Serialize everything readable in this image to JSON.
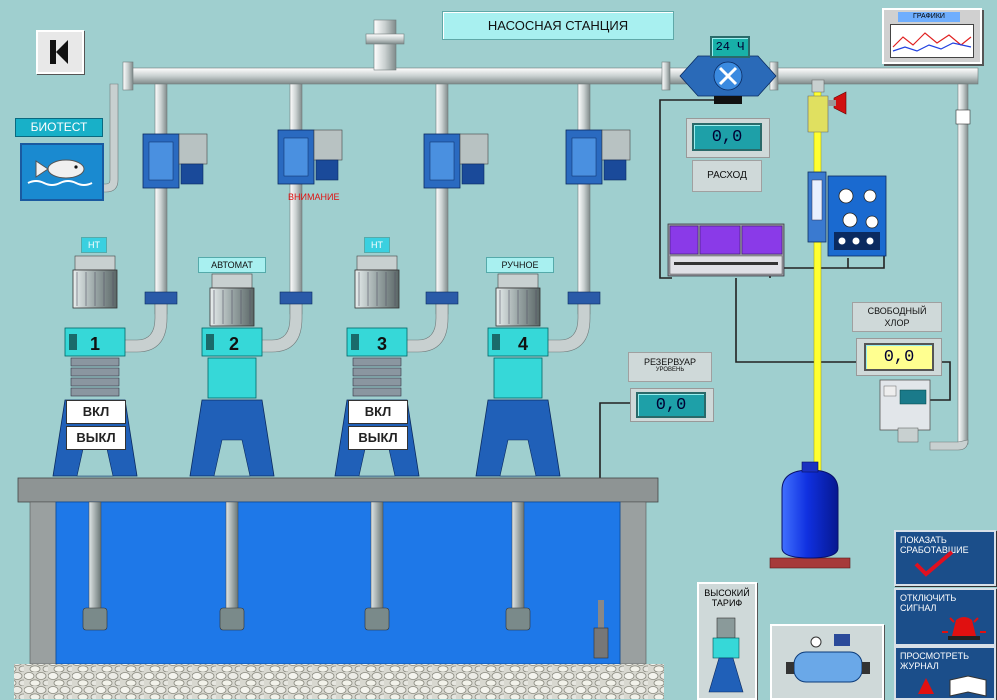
{
  "title": "НАСОСНАЯ СТАНЦИЯ",
  "back_button": {
    "icon": "back-k-icon"
  },
  "charts_button": {
    "label": "ГРАФИКИ"
  },
  "biotest": {
    "label": "БИОТЕСТ",
    "icon": "fish-icon"
  },
  "timer_badge": "24 Ч",
  "flow": {
    "value": "0,0",
    "label": "РАСХОД"
  },
  "reservoir": {
    "label": "РЕЗЕРВУАР",
    "sublabel": "УРОВЕНЬ",
    "value": "0,0"
  },
  "chlorine": {
    "label": "СВОБОДНЫЙ ХЛОР",
    "value": "0,0"
  },
  "filter_warning": "ВНИМАНИЕ",
  "pumps": [
    {
      "number": "1",
      "badge": "НТ",
      "on_label": "ВКЛ",
      "off_label": "ВЫКЛ"
    },
    {
      "number": "2",
      "badge": "АВТОМАТ"
    },
    {
      "number": "3",
      "badge": "НТ",
      "on_label": "ВКЛ",
      "off_label": "ВЫКЛ"
    },
    {
      "number": "4",
      "badge": "РУЧНОЕ"
    }
  ],
  "high_tariff": {
    "label": "ВЫСОКИЙ ТАРИФ"
  },
  "right_buttons": {
    "show_triggered": "ПОКАЗАТЬ СРАБОТАВШИЕ",
    "disable_signal": "ОТКЛЮЧИТЬ СИГНАЛ",
    "view_journal": "ПРОСМОТРЕТЬ ЖУРНАЛ"
  },
  "colors": {
    "background": "#9fcfcf",
    "pipe": "#c8d0d0",
    "water": "#1e78e8",
    "pump_body": "#36d8d8",
    "pump_base": "#2060b8",
    "chlorine_line": "#ffff30"
  }
}
